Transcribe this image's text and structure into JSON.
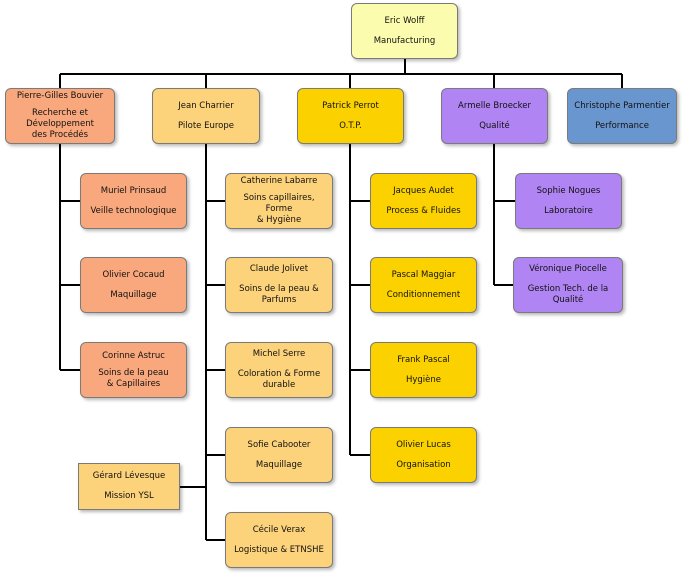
{
  "root": {
    "name": "Eric Wolff",
    "role": "Manufacturing",
    "color": "#fcfcae"
  },
  "departments": [
    {
      "name": "Pierre-Gilles Bouvier",
      "role": "Recherche et Développement\ndes Procédés",
      "color": "#f9a87d",
      "members": [
        {
          "name": "Muriel Prinsaud",
          "role": "Veille technologique"
        },
        {
          "name": "Olivier Cocaud",
          "role": "Maquillage"
        },
        {
          "name": "Corinne Astruc",
          "role": "Soins de la peau\n& Capillaires"
        }
      ]
    },
    {
      "name": "Jean Charrier",
      "role": "Pilote Europe",
      "color": "#fcd27a",
      "members": [
        {
          "name": "Catherine Labarre",
          "role": "Soins capillaires, Forme\n& Hygiène"
        },
        {
          "name": "Claude Jolivet",
          "role": "Soins de la peau & Parfums"
        },
        {
          "name": "Michel Serre",
          "role": "Coloration & Forme durable"
        },
        {
          "name": "Sofie Cabooter",
          "role": "Maquillage"
        },
        {
          "name": "Cécile Verax",
          "role": "Logistique & ETNSHE"
        }
      ],
      "external": {
        "name": "Gérard Lévesque",
        "role": "Mission YSL"
      }
    },
    {
      "name": "Patrick Perrot",
      "role": "O.T.P.",
      "color": "#fbd200",
      "members": [
        {
          "name": "Jacques Audet",
          "role": "Process & Fluides"
        },
        {
          "name": "Pascal Maggiar",
          "role": "Conditionnement"
        },
        {
          "name": "Frank Pascal",
          "role": "Hygiène"
        },
        {
          "name": "Olivier Lucas",
          "role": "Organisation"
        }
      ]
    },
    {
      "name": "Armelle Broecker",
      "role": "Qualité",
      "color": "#b084f3",
      "members": [
        {
          "name": "Sophie Nogues",
          "role": "Laboratoire"
        },
        {
          "name": "Véronique Piocelle",
          "role": "Gestion Tech. de la Qualité"
        }
      ]
    },
    {
      "name": "Christophe Parmentier",
      "role": "Performance",
      "color": "#6a96cf",
      "members": []
    }
  ]
}
